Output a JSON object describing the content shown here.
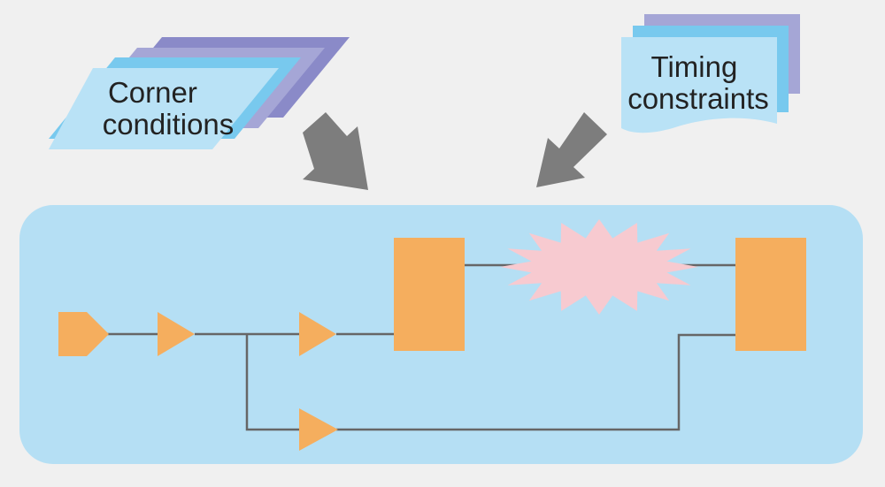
{
  "corner_conditions": {
    "line1": "Corner",
    "line2": "conditions"
  },
  "timing_constraints": {
    "line1": "Timing",
    "line2": "constraints"
  },
  "colors": {
    "background": "#f0f0f0",
    "circuit_panel": "#b5dff4",
    "layer_front": "#b9e2f6",
    "layer_mid": "#78c9ee",
    "layer_back1": "#a5a6d6",
    "layer_back2": "#8a8ac8",
    "arrow": "#7d7d7d",
    "component": "#f5ae5e",
    "burst": "#f7cad0",
    "wire": "#666666"
  }
}
